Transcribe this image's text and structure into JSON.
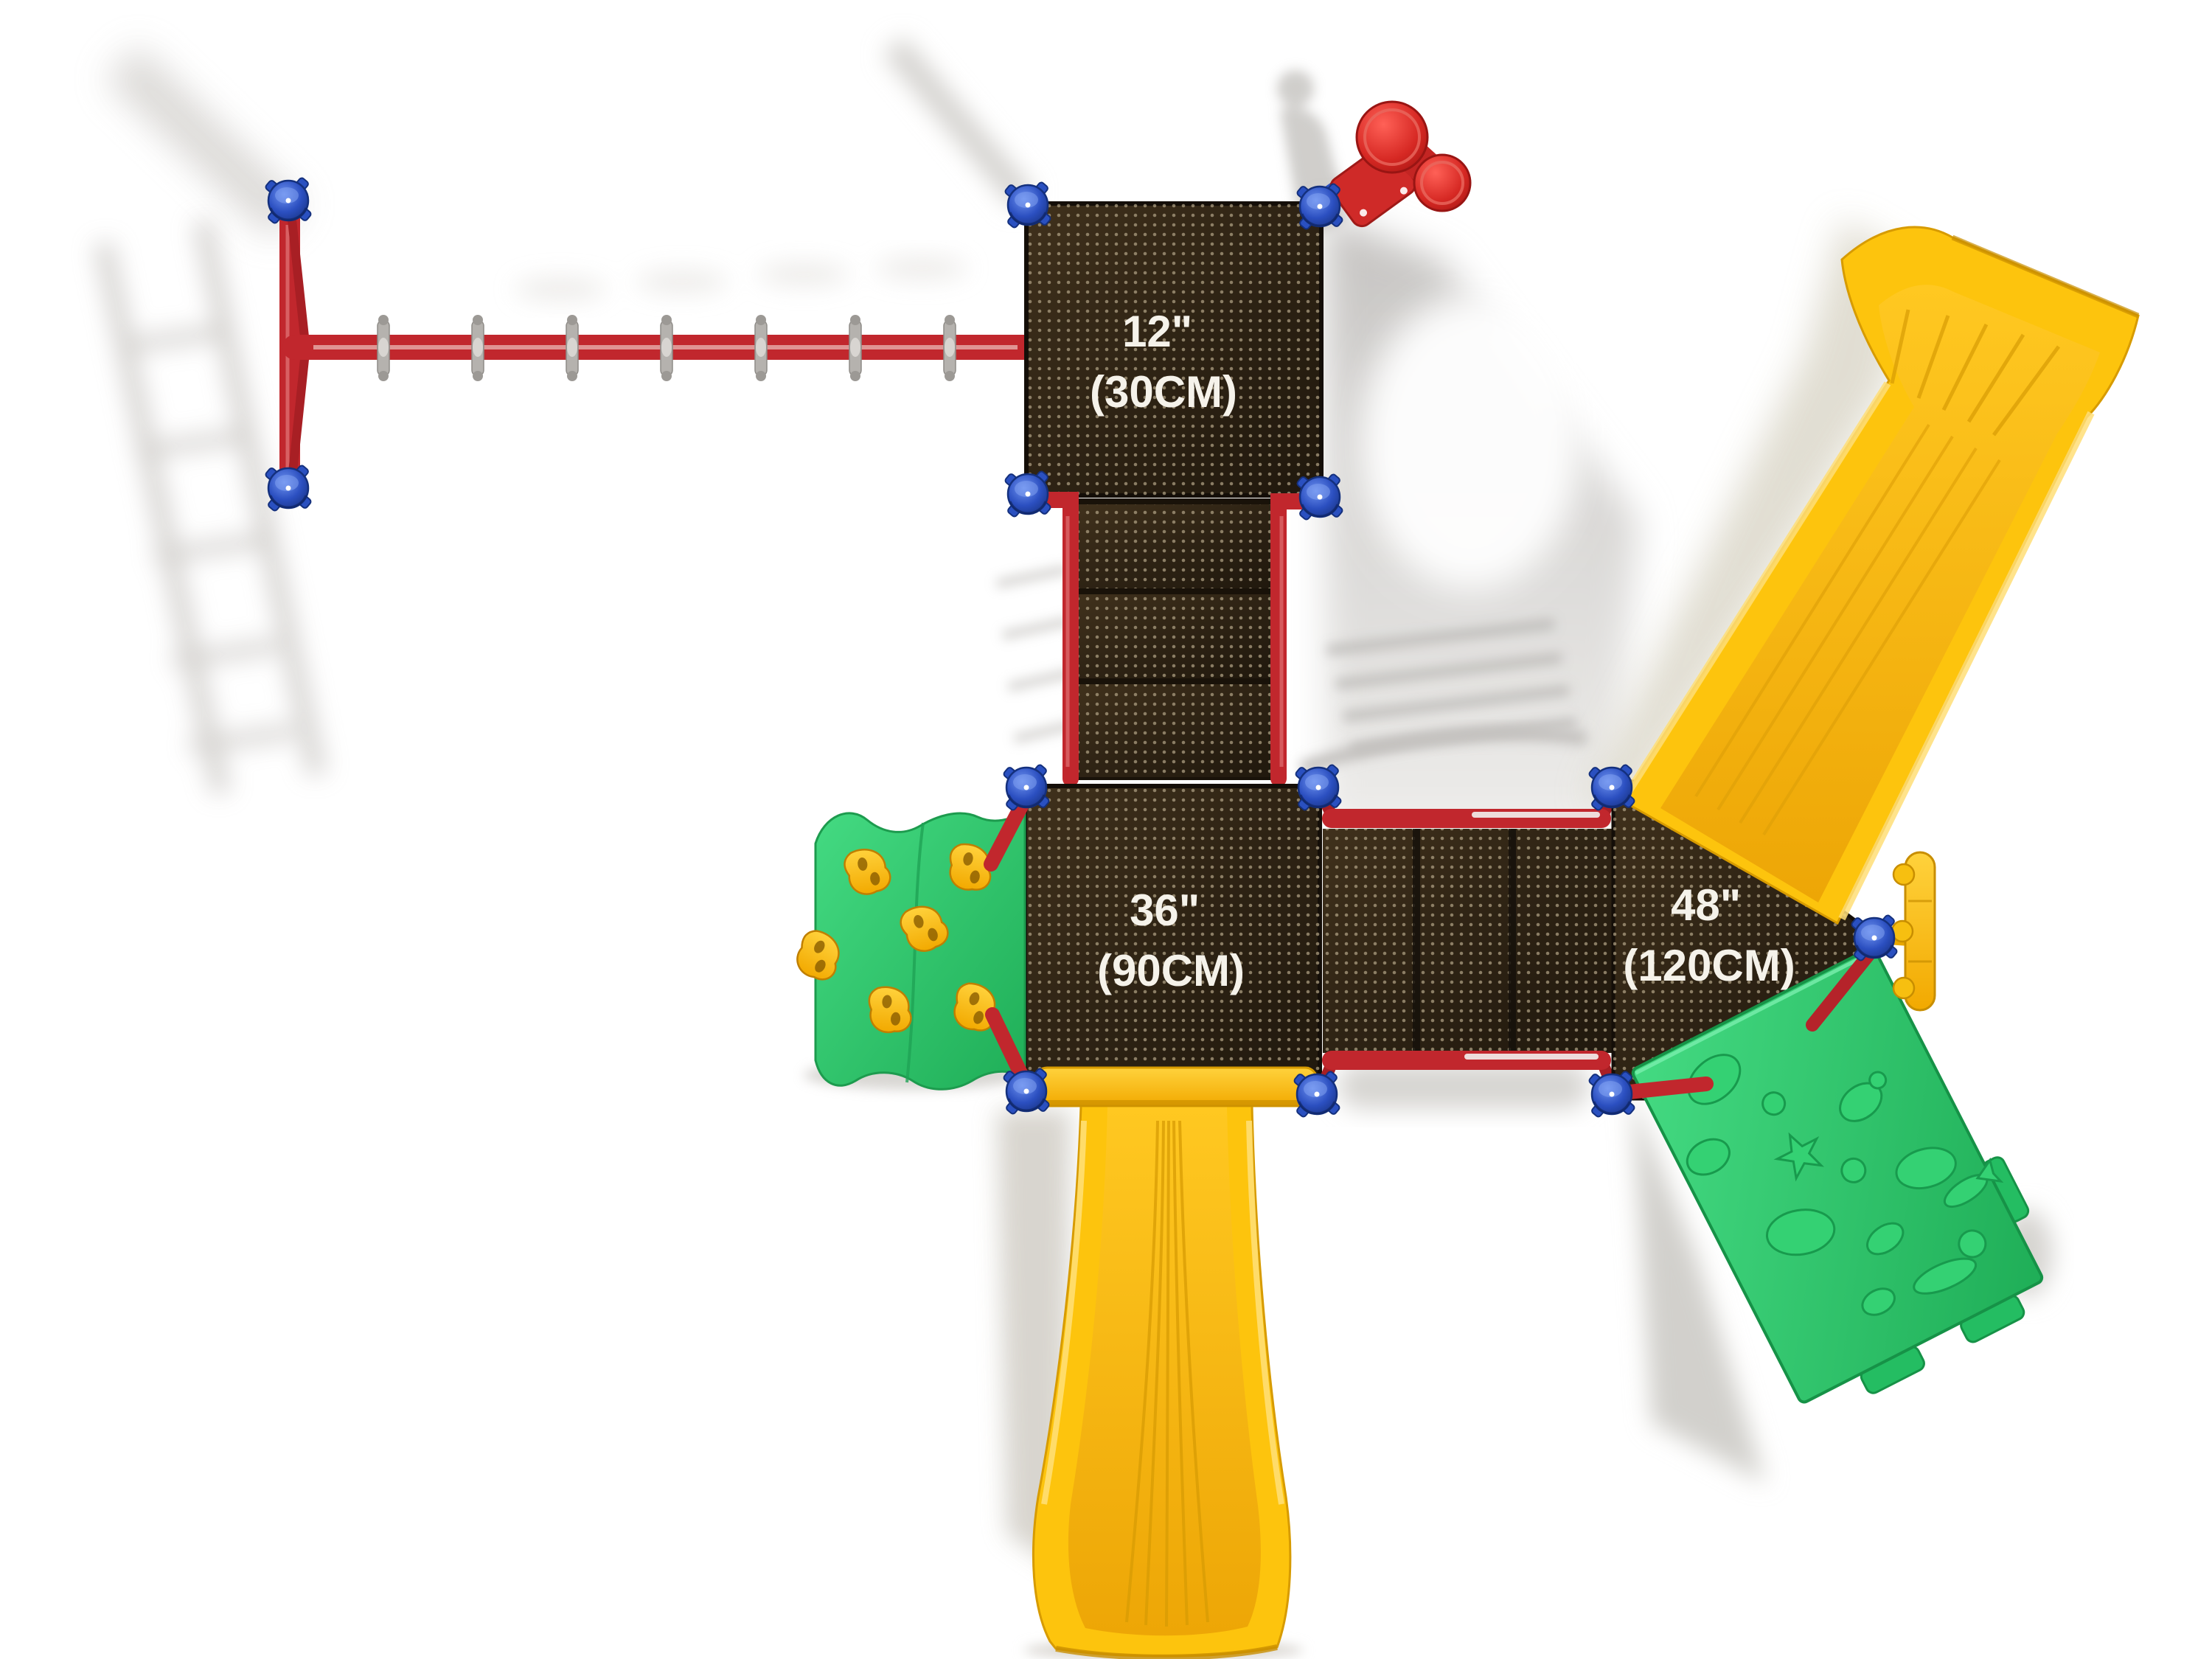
{
  "scene": {
    "description": "Overhead plan view 3D render of a children's playground structure",
    "background_color": "#ffffff"
  },
  "labels": {
    "deck_12": {
      "line1": "12\"",
      "line2": "(30CM)"
    },
    "deck_36": {
      "line1": "36\"",
      "line2": "(90CM)"
    },
    "deck_48": {
      "line1": "48\"",
      "line2": "(120CM)"
    }
  },
  "counts": {
    "monkey_bar_rungs": 7,
    "climb_wall_holds": 6,
    "stair_steps": 3,
    "post_caps": 13
  },
  "colors": {
    "deck_brown": "#2e2314",
    "deck_dot": "#a89a7e",
    "pipe_red": "#c1272d",
    "cap_blue": "#2b4fc0",
    "slide_yellow": "#fdc40d",
    "hold_yellow": "#ffce1e",
    "climb_green": "#2fcf71",
    "rung_gray": "#b5b2ae",
    "shadow_gray": "#cfccc9",
    "label_white": "#f5f2ea"
  }
}
